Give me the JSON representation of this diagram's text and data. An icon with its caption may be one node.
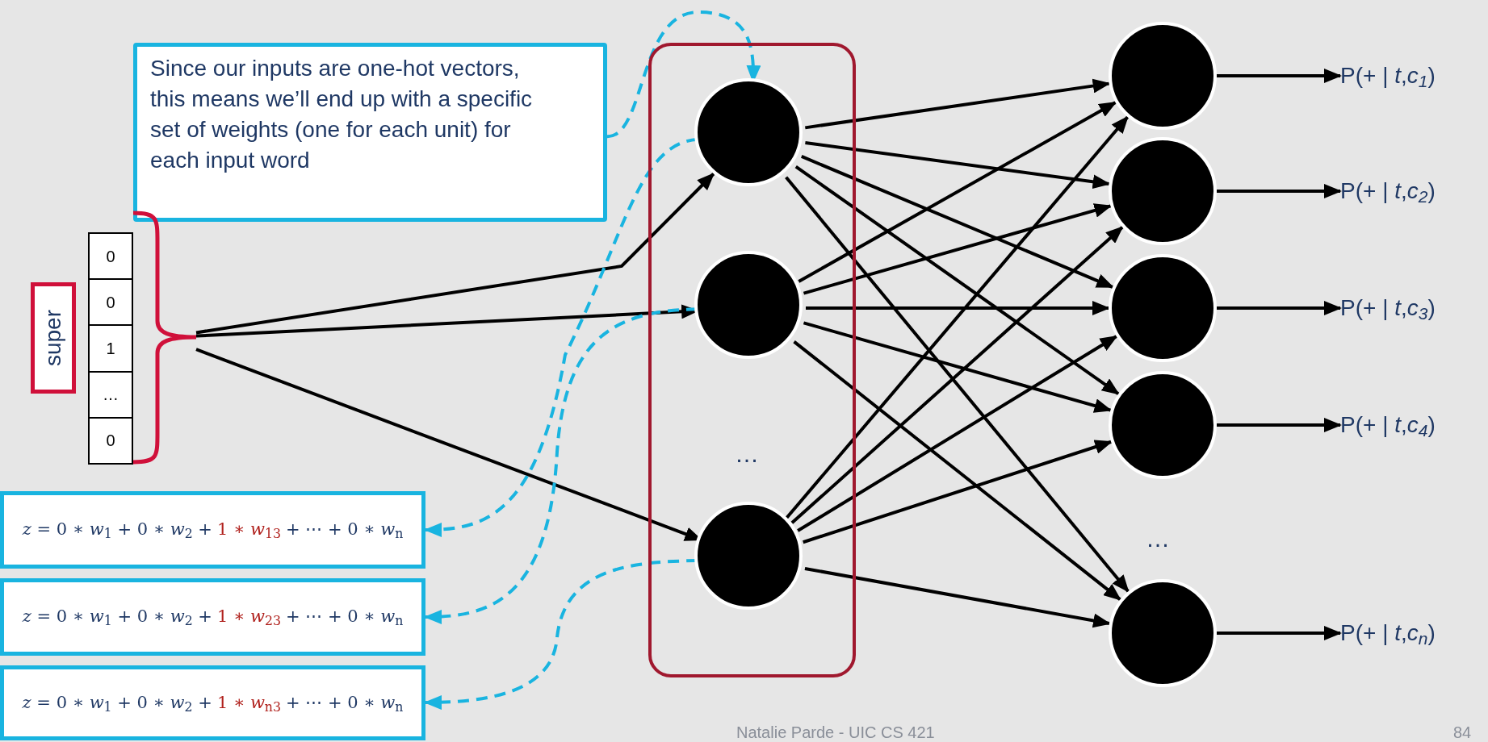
{
  "diagram": {
    "nodes": [
      {
        "text": [
          "Since our inputs are one-hot vectors, this means we’ll end up with a specific set of weights (one for each unit) for each input word"
        ]
      },
      {
        "text": [
          "super"
        ]
      },
      {
        "text": [
          "0",
          "0",
          "1",
          "…",
          "0"
        ]
      },
      {
        "text": [],
        "shape": "bracket"
      },
      {
        "text": [],
        "shape": "box"
      },
      {
        "text": [],
        "shape": "circle",
        "in": 4
      },
      {
        "text": [],
        "shape": "circle",
        "in": 4
      },
      {
        "text": [],
        "shape": "circle",
        "in": 4
      },
      {
        "text": [],
        "shape": "circle"
      },
      {
        "text": [],
        "shape": "circle"
      },
      {
        "text": [],
        "shape": "circle"
      },
      {
        "text": [],
        "shape": "circle"
      },
      {
        "text": [],
        "shape": "circle"
      },
      {
        "text": [
          "P(+ | *t*,*c*$_{1}$)"
        ]
      },
      {
        "text": [
          "P(+ | *t*,*c*$_{2}$)"
        ]
      },
      {
        "text": [
          "P(+ | *t*,*c*$_{3}$)"
        ]
      },
      {
        "text": [
          "P(+ | *t*,*c*$_{4}$)"
        ]
      },
      {
        "text": [
          "P(+ | *t*,*c*$_{n}$)"
        ]
      },
      {
        "text": [
          "*z* = 0 ∗ *w*$_{1}$ + 0 ∗ *w*$_{2}$ +",
          "1 ∗ *w*$_{13}$",
          "+ ⋯ + 0 ∗ *w*$_{n}$"
        ]
      },
      {
        "text": [
          "*z* = 0 ∗ *w*$_{1}$ + 0 ∗ *w*$_{2}$ +",
          "1 ∗ *w*$_{23}$",
          "+ ⋯ + 0 ∗ *w*$_{n}$"
        ]
      },
      {
        "text": [
          "*z* = 0 ∗ *w*$_{1}$ + 0 ∗ *w*$_{2}$ +",
          "1 ∗ *w*$_{n3}$",
          "+ ⋯ + 0 ∗ *w*$_{n}$"
        ]
      }
    ],
    "edges": [
      {
        "from": 3,
        "to": 5,
        "arrow": "to"
      },
      {
        "from": 3,
        "to": 6,
        "arrow": "to"
      },
      {
        "from": 3,
        "to": 7,
        "arrow": "to"
      },
      {
        "from": 5,
        "to": 8,
        "arrow": "to"
      },
      {
        "from": 5,
        "to": 9,
        "arrow": "to"
      },
      {
        "from": 5,
        "to": 10,
        "arrow": "to"
      },
      {
        "from": 5,
        "to": 11,
        "arrow": "to"
      },
      {
        "from": 5,
        "to": 12,
        "arrow": "to"
      },
      {
        "from": 6,
        "to": 8,
        "arrow": "to"
      },
      {
        "from": 6,
        "to": 9,
        "arrow": "to"
      },
      {
        "from": 6,
        "to": 10,
        "arrow": "to"
      },
      {
        "from": 6,
        "to": 11,
        "arrow": "to"
      },
      {
        "from": 6,
        "to": 12,
        "arrow": "to"
      },
      {
        "from": 7,
        "to": 8,
        "arrow": "to"
      },
      {
        "from": 7,
        "to": 9,
        "arrow": "to"
      },
      {
        "from": 7,
        "to": 10,
        "arrow": "to"
      },
      {
        "from": 7,
        "to": 11,
        "arrow": "to"
      },
      {
        "from": 7,
        "to": 12,
        "arrow": "to"
      },
      {
        "from": 8,
        "to": 13,
        "arrow": "to"
      },
      {
        "from": 9,
        "to": 14,
        "arrow": "to"
      },
      {
        "from": 10,
        "to": 15,
        "arrow": "to"
      },
      {
        "from": 11,
        "to": 16,
        "arrow": "to"
      },
      {
        "from": 12,
        "to": 17,
        "arrow": "to"
      },
      {
        "from": 0,
        "to": 5,
        "arrow": "to",
        "style": "dashed",
        "color": "#19b4e0"
      },
      {
        "from": 5,
        "to": 18,
        "arrow": "to",
        "style": "dashed",
        "color": "#19b4e0"
      },
      {
        "from": 6,
        "to": 19,
        "arrow": "to",
        "style": "dashed",
        "color": "#19b4e0"
      },
      {
        "from": 7,
        "to": 20,
        "arrow": "to",
        "style": "dashed",
        "color": "#19b4e0"
      }
    ],
    "labels": [
      "…",
      "…",
      "Natalie Parde - UIC CS 421",
      "84"
    ]
  }
}
